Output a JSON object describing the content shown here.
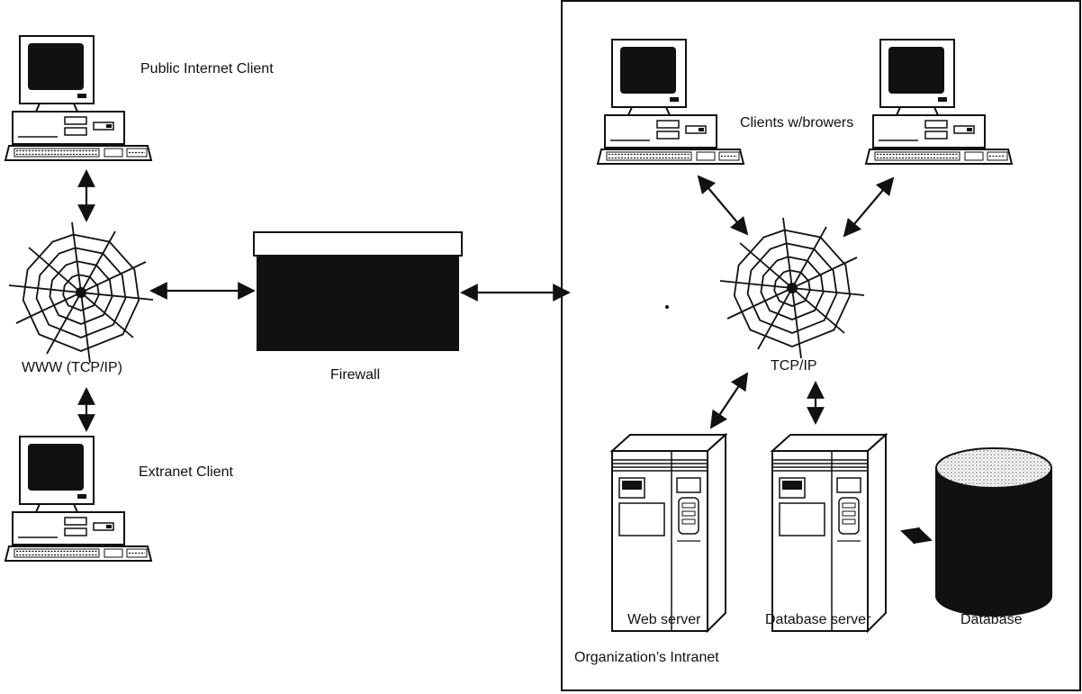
{
  "labels": {
    "public_client": "Public Internet Client",
    "www": "WWW (TCP/IP)",
    "extranet_client": "Extranet Client",
    "firewall": "Firewall",
    "clients": "Clients w/browers",
    "tcpip": "TCP/IP",
    "web_server": "Web server",
    "db_server": "Database server",
    "database": "Database",
    "intranet": "Organization’s Intranet"
  }
}
